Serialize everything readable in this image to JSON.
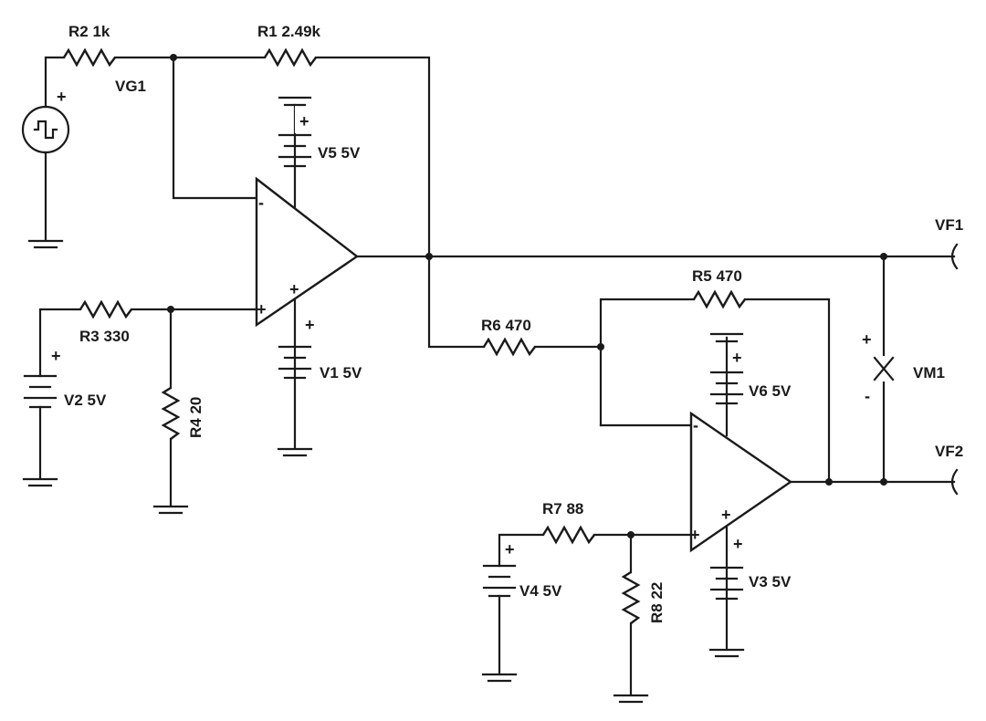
{
  "components": {
    "r1": {
      "name": "R1",
      "value": "2.49k"
    },
    "r2": {
      "name": "R2",
      "value": "1k"
    },
    "r3": {
      "name": "R3",
      "value": "330"
    },
    "r4": {
      "name": "R4",
      "value": "20"
    },
    "r5": {
      "name": "R5",
      "value": "470"
    },
    "r6": {
      "name": "R6",
      "value": "470"
    },
    "r7": {
      "name": "R7",
      "value": "88"
    },
    "r8": {
      "name": "R8",
      "value": "22"
    },
    "v1": {
      "name": "V1",
      "value": "5V"
    },
    "v2": {
      "name": "V2",
      "value": "5V"
    },
    "v3": {
      "name": "V3",
      "value": "5V"
    },
    "v4": {
      "name": "V4",
      "value": "5V"
    },
    "v5": {
      "name": "V5",
      "value": "5V"
    },
    "v6": {
      "name": "V6",
      "value": "5V"
    },
    "vg1": {
      "name": "VG1"
    },
    "vm1": {
      "name": "VM1"
    }
  },
  "labels": {
    "r1": "R1 2.49k",
    "r2": "R2 1k",
    "r3": "R3 330",
    "r4": "R4 20",
    "r5": "R5 470",
    "r6": "R6 470",
    "r7": "R7 88",
    "r8": "R8 22",
    "v1": "V1 5V",
    "v2": "V2 5V",
    "v3": "V3 5V",
    "v4": "V4 5V",
    "v5": "V5 5V",
    "v6": "V6 5V",
    "vg1": "VG1",
    "vm1": "VM1",
    "vf1": "VF1",
    "vf2": "VF2"
  },
  "symbols": {
    "plus": "+",
    "minus": "-"
  }
}
